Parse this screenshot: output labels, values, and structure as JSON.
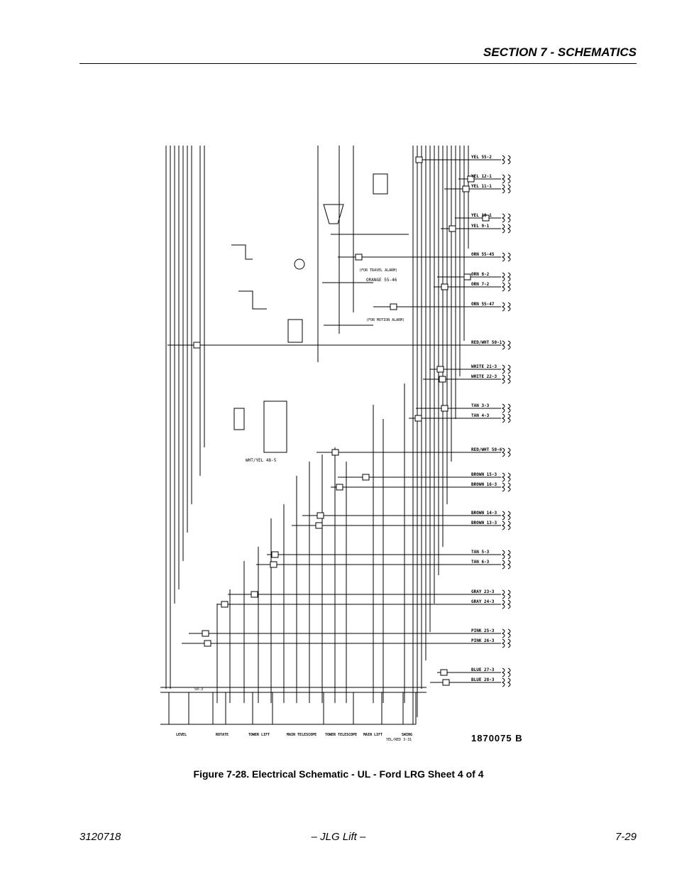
{
  "header": {
    "section_title": "SECTION 7 - SCHEMATICS"
  },
  "figure": {
    "drawing_number": "1870075  B",
    "caption": "Figure 7-28.  Electrical Schematic - UL - Ford LRG Sheet 4 of 4",
    "wire_labels": [
      "YEL 55-2",
      "YEL 12-1",
      "YEL 11-1",
      "YEL 10-1",
      "YEL 9-1",
      "ORN 55-45",
      "ORN 8-2",
      "ORN 7-2",
      "ORN 55-47",
      "RED/WHT 50-1",
      "WHITE 21-3",
      "WHITE 22-3",
      "TAN 3-3",
      "TAN 4-3",
      "RED/WHT 50-6",
      "BROWN 15-3",
      "BROWN 16-3",
      "BROWN 14-3",
      "BROWN 13-3",
      "TAN 5-3",
      "TAN 6-3",
      "GRAY 23-3",
      "GRAY 24-3",
      "PINK 25-3",
      "PINK 26-3",
      "BLUE 27-3",
      "BLUE 28-3"
    ],
    "bottom_labels": [
      "LEVEL",
      "ROTATE",
      "TOWER LIFT",
      "MAIN TELESCOPE",
      "TOWER TELESCOPE",
      "MAIN LIFT",
      "SWING"
    ],
    "callouts": [
      "WHT/YEL 48-5",
      "ORANGE 55-46",
      "(FOR TRAVEL ALARM)",
      "(FOR MOTION ALARM)",
      "YEL/RED 3-31",
      "50-3"
    ]
  },
  "footer": {
    "left": "3120718",
    "center": "– JLG Lift –",
    "right": "7-29"
  }
}
